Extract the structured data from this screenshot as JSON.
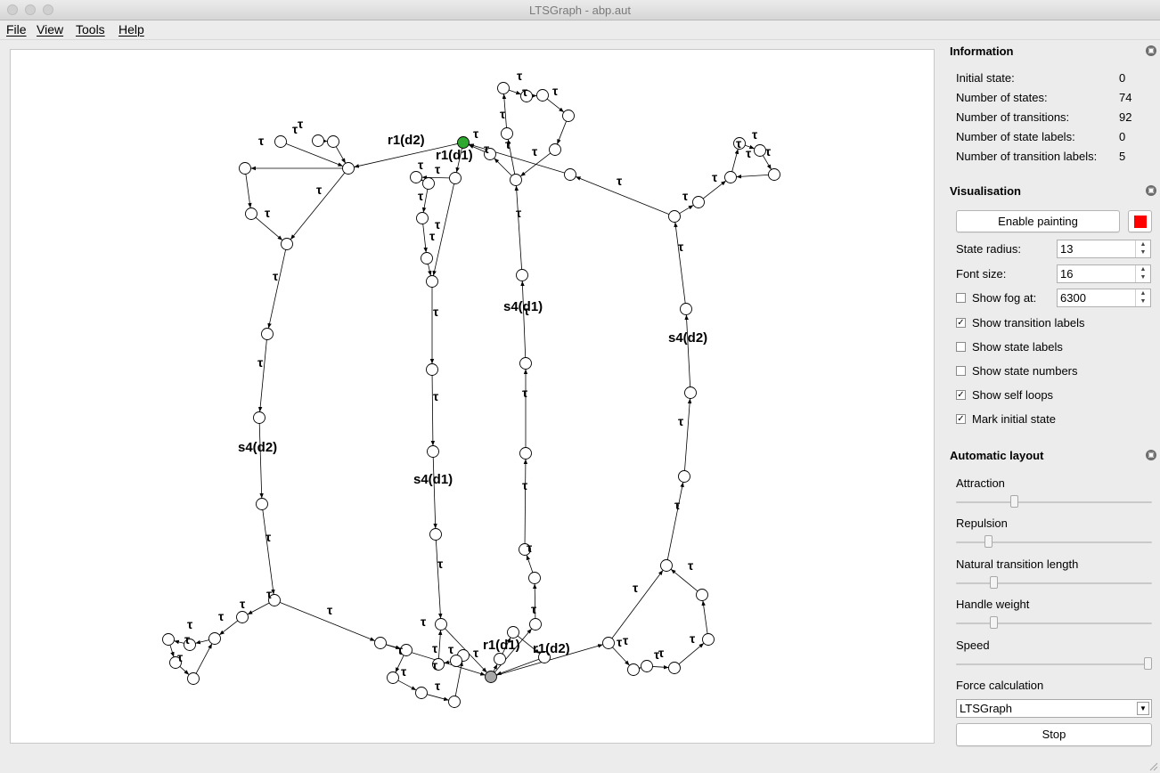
{
  "window": {
    "title": "LTSGraph - abp.aut"
  },
  "menu": [
    "File",
    "View",
    "Tools",
    "Help"
  ],
  "information": {
    "heading": "Information",
    "rows": [
      {
        "label": "Initial state:",
        "value": "0"
      },
      {
        "label": "Number of states:",
        "value": "74"
      },
      {
        "label": "Number of transitions:",
        "value": "92"
      },
      {
        "label": "Number of state labels:",
        "value": "0"
      },
      {
        "label": "Number of transition labels:",
        "value": "5"
      }
    ]
  },
  "visualisation": {
    "heading": "Visualisation",
    "enable_painting": "Enable painting",
    "paint_color": "#ff0000",
    "state_radius_label": "State radius:",
    "state_radius": "13",
    "font_size_label": "Font size:",
    "font_size": "16",
    "fog_label": "Show fog at:",
    "fog_value": "6300",
    "checkboxes": [
      {
        "label": "Show transition labels",
        "checked": true
      },
      {
        "label": "Show state labels",
        "checked": false
      },
      {
        "label": "Show state numbers",
        "checked": false
      },
      {
        "label": "Show self loops",
        "checked": true
      },
      {
        "label": "Mark initial state",
        "checked": true
      }
    ]
  },
  "layout": {
    "heading": "Automatic layout",
    "sliders": [
      {
        "label": "Attraction",
        "level": 0.29
      },
      {
        "label": "Repulsion",
        "level": 0.15
      },
      {
        "label": "Natural transition length",
        "level": 0.18
      },
      {
        "label": "Handle weight",
        "level": 0.18
      },
      {
        "label": "Speed",
        "level": 1.0
      }
    ],
    "force_label": "Force calculation",
    "force_value": "LTSGraph",
    "stop": "Stop"
  },
  "graph": {
    "labels": [
      "r1(d2)",
      "r1(d1)",
      "s4(d1)",
      "s4(d2)",
      "s4(d2)",
      "s4(d1)",
      "r1(d1)",
      "r1(d2)",
      "τ"
    ]
  }
}
